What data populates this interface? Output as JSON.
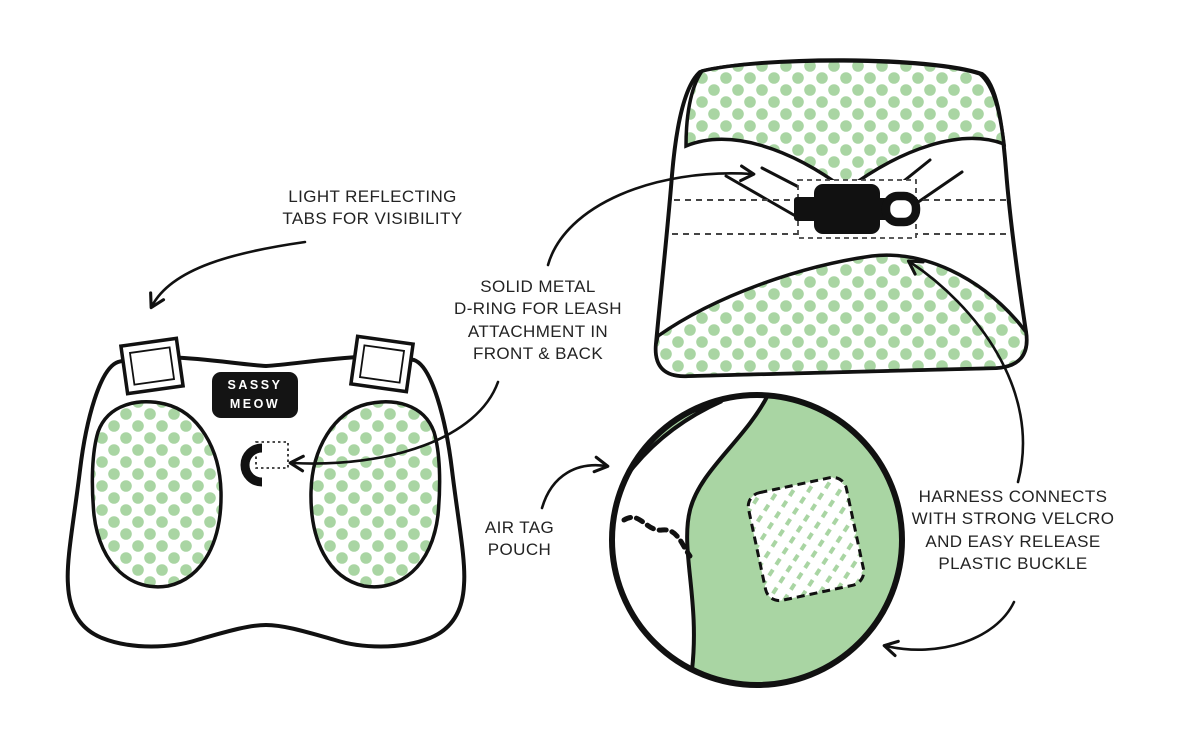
{
  "brand_badge": {
    "text": "SASSY\nMEOW"
  },
  "annotations": {
    "reflective_tabs": "LIGHT REFLECTING\nTABS FOR VISIBILITY",
    "d_ring": "SOLID METAL\nD-RING FOR LEASH\nATTACHMENT IN\nFRONT & BACK",
    "air_tag": "AIR TAG\nPOUCH",
    "velcro_buckle": "HARNESS CONNECTS\nWITH STRONG VELCRO\nAND EASY RELEASE\nPLASTIC BUCKLE"
  },
  "colors": {
    "accent_green": "#a9d5a3",
    "outline_black": "#111111",
    "text_dark": "#232323",
    "background": "#ffffff"
  }
}
